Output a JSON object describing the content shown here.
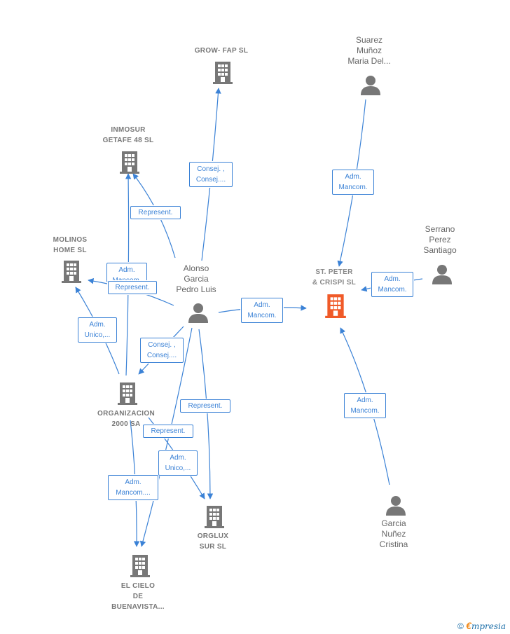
{
  "colors": {
    "edge": "#3b82d6",
    "icon": "#777777",
    "main_icon": "#f05a28"
  },
  "nodes": {
    "grow_fap": "GROW- FAP  SL",
    "suarez": "Suarez\nMuñoz\nMaria Del...",
    "inmosur": "INMOSUR\nGETAFE 48  SL",
    "molinos": "MOLINOS\nHOME  SL",
    "alonso": "Alonso\nGarcia\nPedro Luis",
    "st_peter": "ST.  PETER\n& CRISPI  SL",
    "serrano": "Serrano\nPerez\nSantiago",
    "organizacion": "ORGANIZACION\n2000 SA",
    "orglux": "ORGLUX\nSUR  SL",
    "el_cielo": "EL CIELO\nDE\nBUENAVISTA...",
    "garcia": "Garcia\nNuñez\nCristina"
  },
  "edges": {
    "consej_grow": "Consej. ,\nConsej....",
    "adm_suarez": "Adm.\nMancom.",
    "represent_inmosur": "Represent.",
    "adm_mancom_inmosur": "Adm.\nMancom.",
    "represent_molinos": "Represent.",
    "adm_unico_molinos": "Adm.\nUnico,...",
    "adm_alonso_stpeter": "Adm.\nMancom.",
    "adm_serrano": "Adm.\nMancom.",
    "consej_org": "Consej. ,\nConsej....",
    "represent_orglux": "Represent.",
    "represent_cielo": "Represent.",
    "adm_unico_orglux": "Adm.\nUnico,...",
    "adm_mancom_cielo": "Adm.\nMancom....",
    "adm_garcia": "Adm.\nMancom."
  },
  "footer": {
    "copyright": "©",
    "brand_e": "€",
    "brand_rest": "mpresia"
  }
}
